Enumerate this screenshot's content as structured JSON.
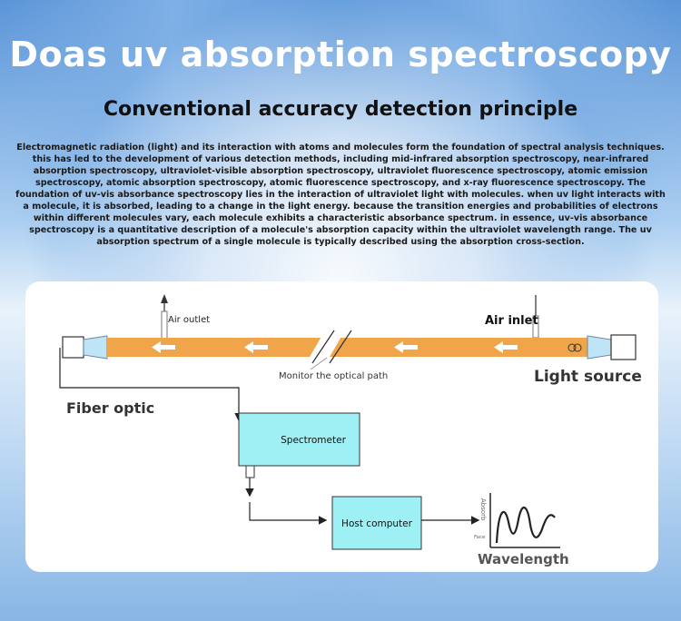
{
  "page": {
    "title": "Doas uv absorption spectroscopy",
    "subtitle": "Conventional accuracy detection principle",
    "paragraph": "Electromagnetic radiation (light) and its interaction with atoms and molecules form the foundation of spectral analysis techniques. this has led to the development of various detection methods, including mid-infrared absorption spectroscopy, near-infrared absorption spectroscopy, ultraviolet-visible absorption spectroscopy, ultraviolet fluorescence spectroscopy, atomic emission spectroscopy, atomic absorption spectroscopy, atomic fluorescence spectroscopy, and x-ray fluorescence spectroscopy. The foundation of uv-vis absorbance spectroscopy lies in the interaction of ultraviolet light with molecules. when uv light interacts with a molecule, it is absorbed, leading to a change in the light energy. because the transition energies and probabilities of electrons within different molecules vary, each molecule exhibits a characteristic absorbance spectrum. in essence, uv-vis absorbance spectroscopy is a quantitative description of a molecule's absorption capacity within the ultraviolet wavelength range. The uv absorption spectrum of a single molecule is typically described using the absorption cross-section."
  },
  "diagram": {
    "air_outlet": "Air outlet",
    "air_inlet": "Air inlet",
    "monitor_path": "Monitor the optical path",
    "light_source": "Light source",
    "fiber_optic": "Fiber optic",
    "spectrometer": "Spectrometer",
    "host_computer": "Host computer",
    "wavelength": "Wavelength",
    "absorb_axis": "Absorb",
    "face_axis": "Face",
    "colors": {
      "tube": "#f0a54a",
      "box": "#9ff0f4",
      "cone": "#bfe3f7",
      "line": "#222222"
    }
  }
}
